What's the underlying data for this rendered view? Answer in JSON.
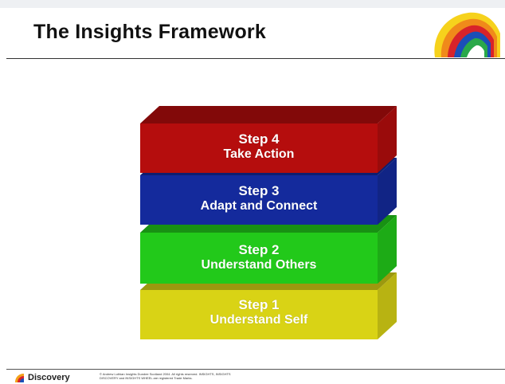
{
  "title": "The Insights Framework",
  "steps": [
    {
      "name": "Step 4",
      "desc": "Take Action",
      "color": "#b50d0d"
    },
    {
      "name": "Step 3",
      "desc": "Adapt and Connect",
      "color": "#142a9c"
    },
    {
      "name": "Step 2",
      "desc": "Understand Others",
      "color": "#22c91a"
    },
    {
      "name": "Step 1",
      "desc": "Understand Self",
      "color": "#d9d315"
    }
  ],
  "footer": {
    "logo_text": "Discovery",
    "copyright_line1": "© Andrew Lothian Insights Dundee Scotland 2004. All rights reserved. INSIGHTS, INSIGHTS",
    "copyright_line2": "DISCOVERY and INSIGHTS WHEEL are registered Trade Marks."
  }
}
